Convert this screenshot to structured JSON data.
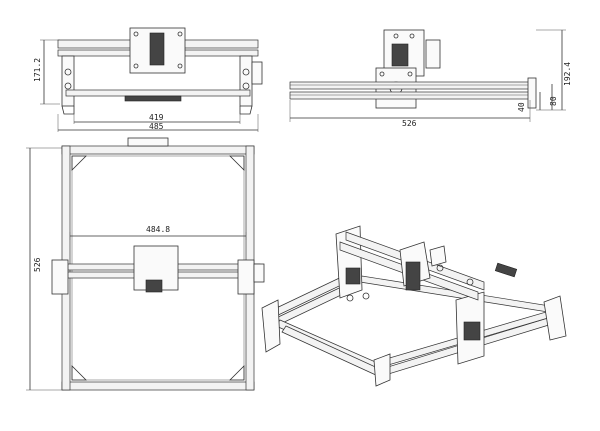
{
  "drawing": {
    "views": {
      "front": {
        "dims": {
          "height": "171.2",
          "inner_width": "419",
          "outer_width": "485"
        }
      },
      "side": {
        "dims": {
          "length": "526",
          "height_small": "40",
          "height_mid": "80",
          "height_total": "192.4"
        }
      },
      "top": {
        "dims": {
          "width": "484.8",
          "length": "526"
        }
      },
      "iso": {}
    },
    "colors": {
      "stroke": "#333333",
      "background": "#ffffff"
    }
  }
}
